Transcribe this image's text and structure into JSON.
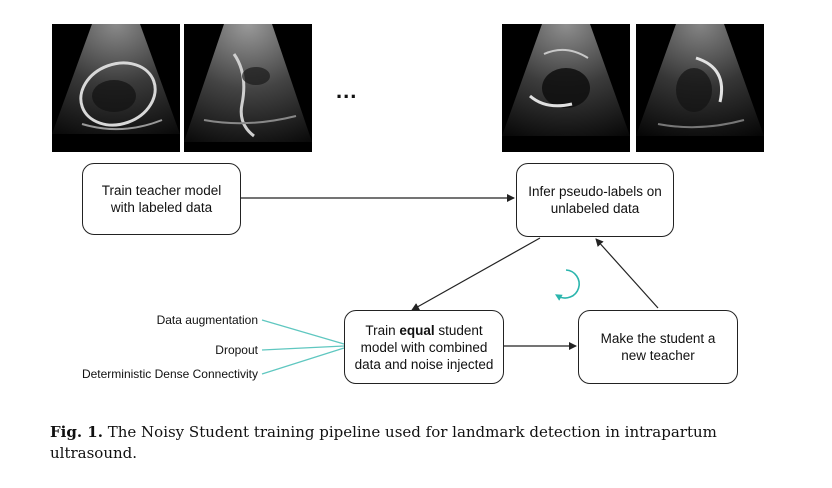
{
  "images": [
    {
      "name": "ultrasound-image-1"
    },
    {
      "name": "ultrasound-image-2"
    },
    {
      "name": "ultrasound-image-3"
    },
    {
      "name": "ultrasound-image-4"
    }
  ],
  "ellipsis": "...",
  "boxes": {
    "teacher": "Train teacher model with labeled data",
    "infer": "Infer pseudo-labels on unlabeled data",
    "student_pre": "Train ",
    "student_bold": "equal",
    "student_post": " student model with combined data and noise injected",
    "new_teacher": "Make the student a new teacher"
  },
  "noise": {
    "augmentation": "Data augmentation",
    "dropout": "Dropout",
    "ddc": "Deterministic Dense Connectivity"
  },
  "colors": {
    "noise_lines": "#5fc7c0",
    "cycle_icon": "#2bb5ad",
    "box_border": "#222222"
  },
  "caption": {
    "label": "Fig. 1.",
    "text": " The Noisy Student training pipeline used for landmark detection in intrapartum ultrasound."
  }
}
